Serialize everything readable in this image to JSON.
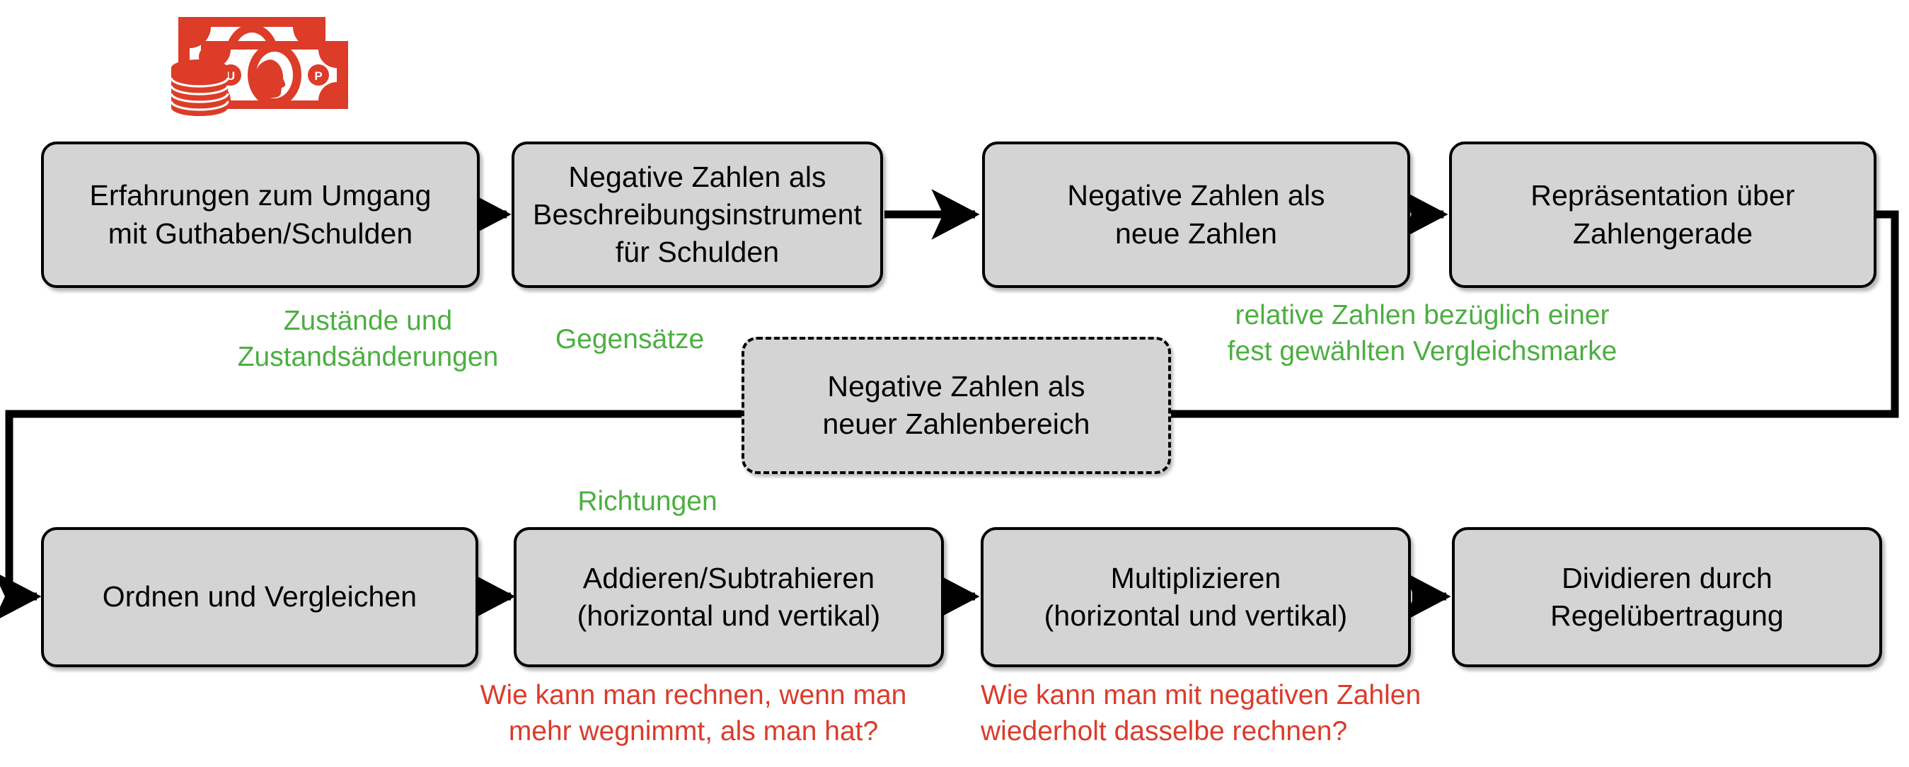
{
  "diagram": {
    "title_icon": "money-bills-and-coins-icon",
    "palette": {
      "box_fill": "#d4d4d4",
      "box_border": "#000000",
      "green_annotation": "#4CAF41",
      "red_annotation": "#DB3B2B",
      "icon_red": "#DC3C28",
      "connector": "#000000"
    },
    "top_row": [
      {
        "id": "erfahrungen",
        "lines": [
          "Erfahrungen zum Umgang",
          "mit Guthaben/Schulden"
        ],
        "style": "solid"
      },
      {
        "id": "beschreibung",
        "lines": [
          "Negative Zahlen als",
          "Beschreibungsinstrument",
          "für Schulden"
        ],
        "style": "solid"
      },
      {
        "id": "neue-zahlen",
        "lines": [
          "Negative Zahlen als",
          "neue Zahlen"
        ],
        "style": "solid"
      },
      {
        "id": "zahlengerade",
        "lines": [
          "Repräsentation über",
          "Zahlengerade"
        ],
        "style": "solid"
      }
    ],
    "middle": {
      "id": "zahlenbereich",
      "lines": [
        "Negative Zahlen als",
        "neuer Zahlenbereich"
      ],
      "style": "dashed"
    },
    "bottom_row": [
      {
        "id": "ordnen",
        "lines": [
          "Ordnen und Vergleichen"
        ],
        "style": "solid"
      },
      {
        "id": "addieren",
        "lines": [
          "Addieren/Subtrahieren",
          "(horizontal und vertikal)"
        ],
        "style": "solid"
      },
      {
        "id": "multiplizieren",
        "lines": [
          "Multiplizieren",
          "(horizontal und vertikal)"
        ],
        "style": "solid"
      },
      {
        "id": "dividieren",
        "lines": [
          "Dividieren durch",
          "Regelübertragung"
        ],
        "style": "solid"
      }
    ],
    "annotations": [
      {
        "id": "zustaende",
        "kind": "green",
        "lines": [
          "Zustände und",
          "Zustandsänderungen"
        ]
      },
      {
        "id": "gegensaetze",
        "kind": "green",
        "lines": [
          "Gegensätze"
        ]
      },
      {
        "id": "relative-zahlen",
        "kind": "green",
        "lines": [
          "relative Zahlen bezüglich einer",
          "fest gewählten Vergleichsmarke"
        ]
      },
      {
        "id": "richtungen",
        "kind": "green",
        "lines": [
          "Richtungen"
        ]
      },
      {
        "id": "frage-rechnen",
        "kind": "red",
        "lines": [
          "Wie kann man rechnen, wenn man",
          "mehr wegnimmt, als man hat?"
        ]
      },
      {
        "id": "frage-wiederholt",
        "kind": "red",
        "lines": [
          "Wie kann man mit negativen Zahlen",
          "wiederholt dasselbe rechnen?"
        ]
      }
    ],
    "icon_letters": {
      "left": "U",
      "right": "P"
    }
  }
}
